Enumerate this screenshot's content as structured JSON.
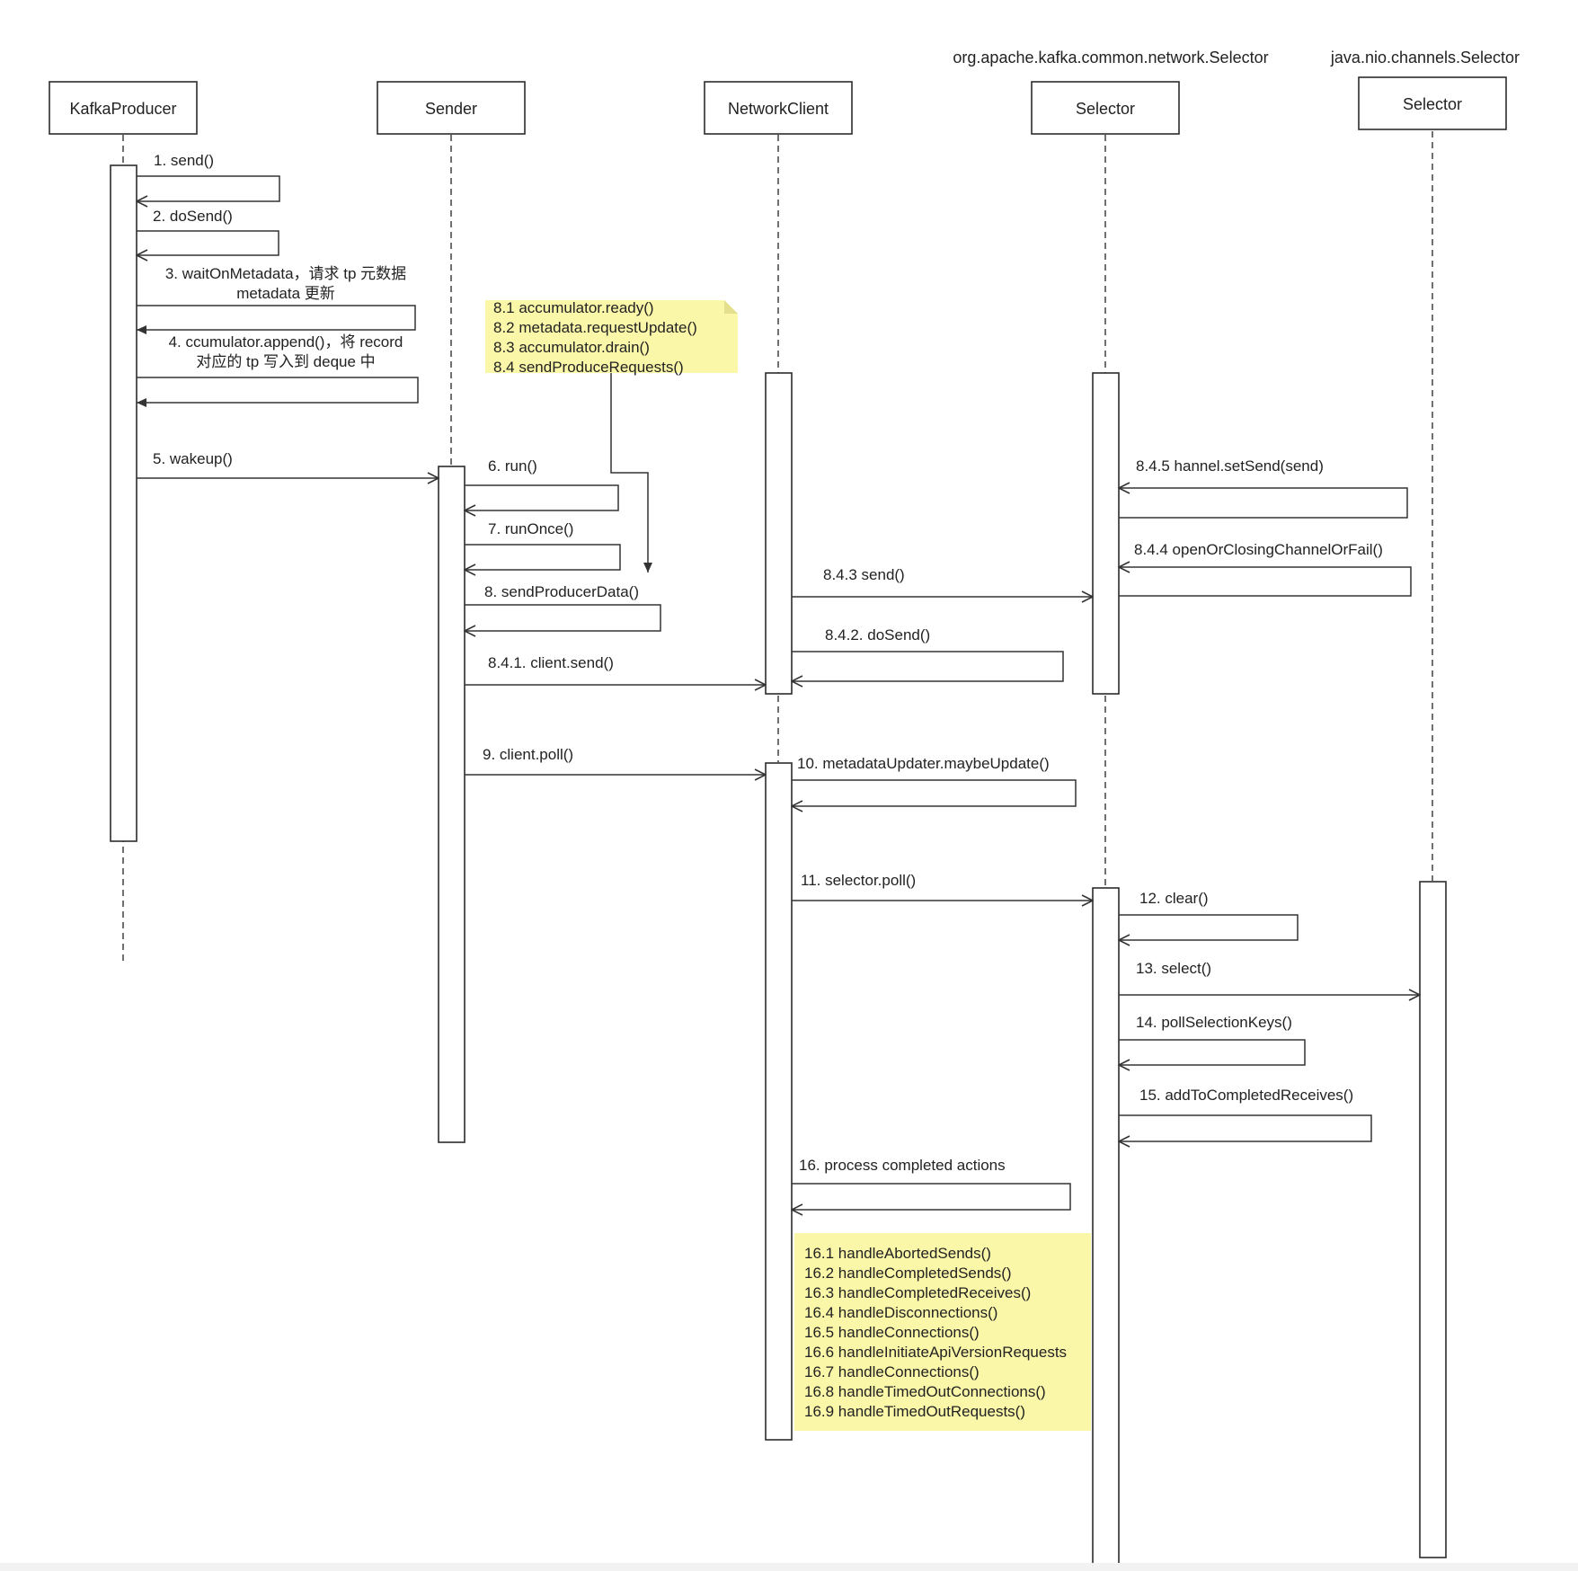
{
  "diagram": {
    "participant_captions": {
      "kafka_selector": "org.apache.kafka.common.network.Selector",
      "nio_selector": "java.nio.channels.Selector"
    },
    "participants": [
      {
        "id": "kafka_producer",
        "label": "KafkaProducer"
      },
      {
        "id": "sender",
        "label": "Sender"
      },
      {
        "id": "network_client",
        "label": "NetworkClient"
      },
      {
        "id": "kafka_selector",
        "label": "Selector"
      },
      {
        "id": "nio_selector",
        "label": "Selector"
      }
    ],
    "messages": {
      "m1": "1. send()",
      "m2": "2. doSend()",
      "m3_line1": "3. waitOnMetadata，请求 tp 元数据",
      "m3_line2": "metadata 更新",
      "m4_line1": "4. ccumulator.append()，将 record",
      "m4_line2": "对应的 tp 写入到 deque 中",
      "m5": "5. wakeup()",
      "m6": "6. run()",
      "m7": "7. runOnce()",
      "m8": "8. sendProducerData()",
      "m8_4_1": "8.4.1. client.send()",
      "m8_4_2": "8.4.2. doSend()",
      "m8_4_3": "8.4.3 send()",
      "m8_4_4": "8.4.4 openOrClosingChannelOrFail()",
      "m8_4_5": "8.4.5 hannel.setSend(send)",
      "m9": "9. client.poll()",
      "m10": "10. metadataUpdater.maybeUpdate()",
      "m11": "11. selector.poll()",
      "m12": "12. clear()",
      "m13": "13. select()",
      "m14": "14. pollSelectionKeys()",
      "m15": "15. addToCompletedReceives()",
      "m16": "16. process completed actions"
    },
    "notes": {
      "send_producer_data_steps": [
        "8.1 accumulator.ready()",
        "8.2 metadata.requestUpdate()",
        "8.3 accumulator.drain()",
        "8.4 sendProduceRequests()"
      ],
      "completed_actions_steps": [
        "16.1 handleAbortedSends()",
        "16.2 handleCompletedSends()",
        "16.3 handleCompletedReceives()",
        "16.4 handleDisconnections()",
        "16.5 handleConnections()",
        "16.6 handleInitiateApiVersionRequests",
        "16.7 handleConnections()",
        "16.8 handleTimedOutConnections()",
        "16.9 handleTimedOutRequests()"
      ]
    },
    "colors": {
      "note_fill": "#fbf7a9",
      "line": "#333333",
      "background": "#ffffff"
    }
  }
}
